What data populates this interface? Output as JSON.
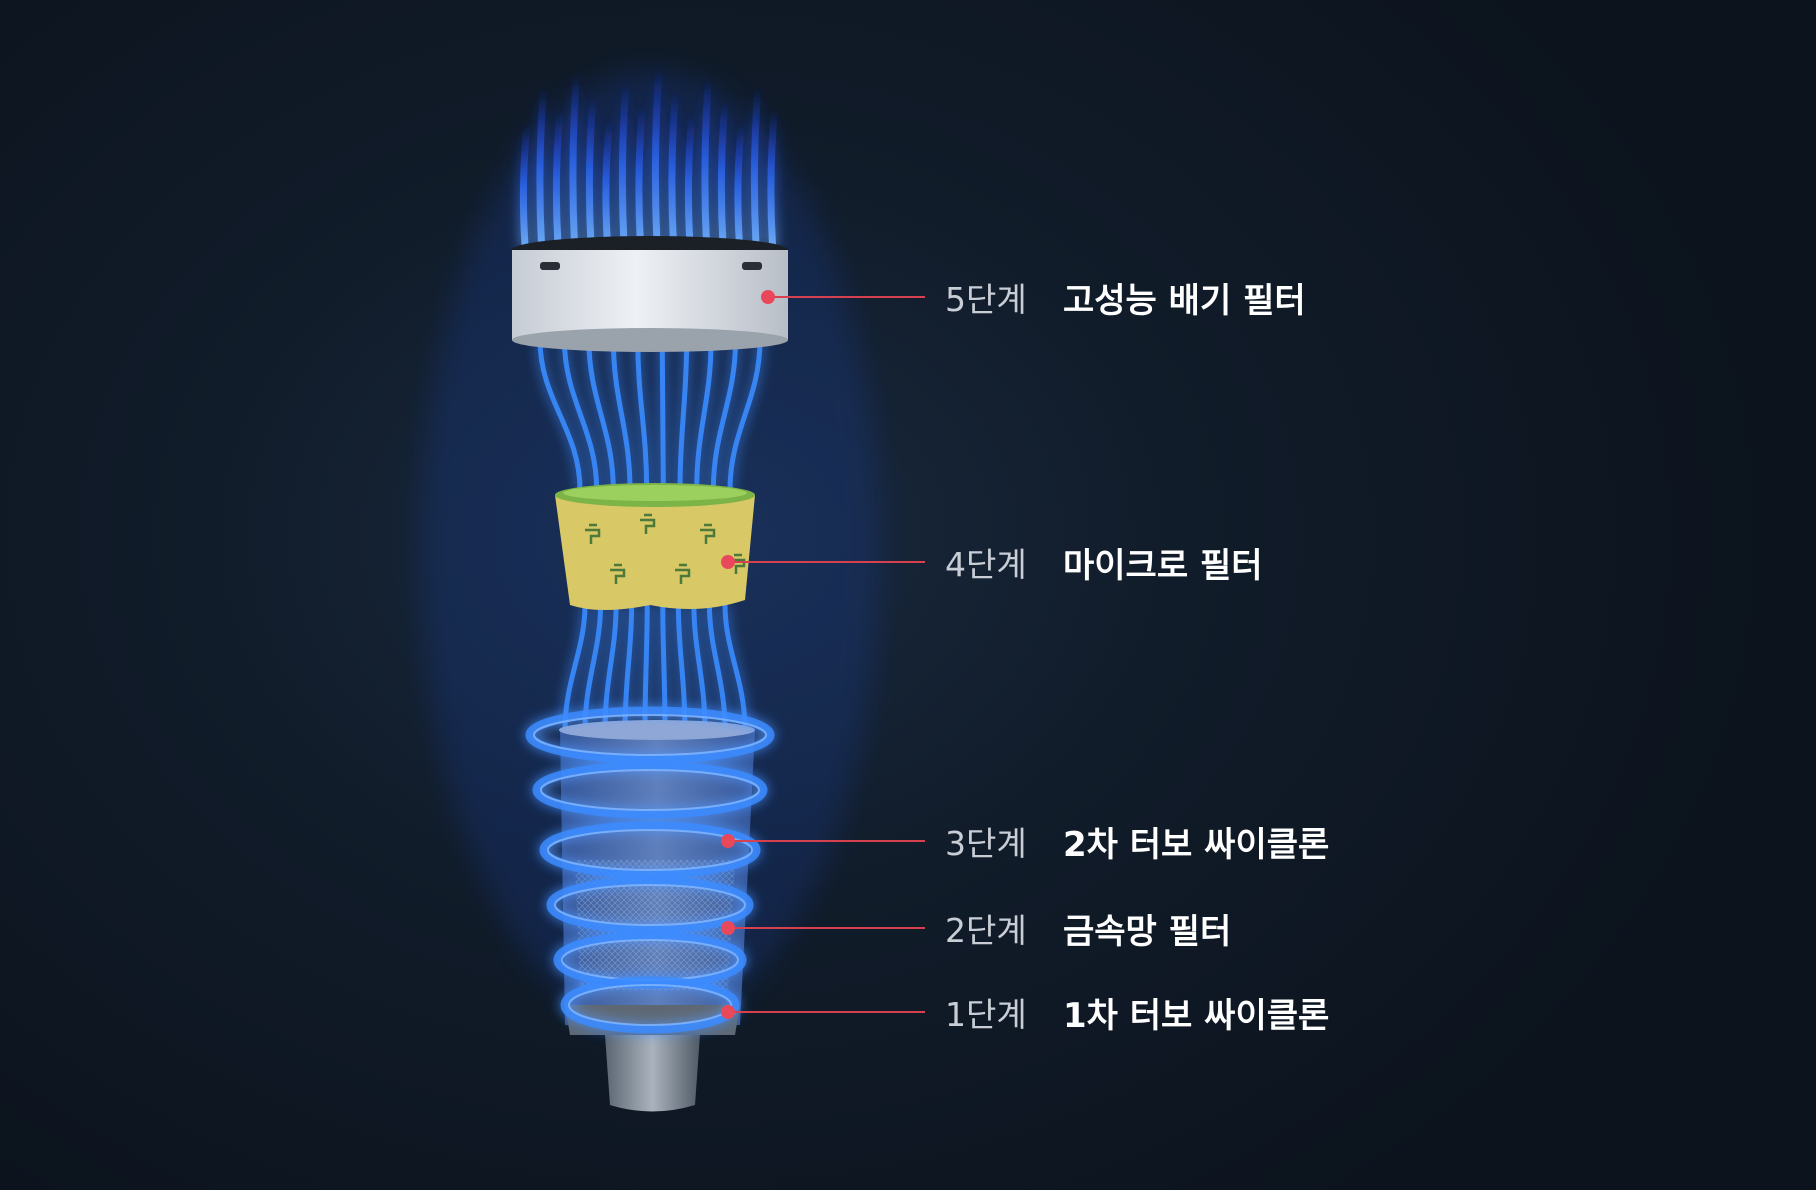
{
  "stages": [
    {
      "num": "5단계",
      "title": "고성능 배기 필터"
    },
    {
      "num": "4단계",
      "title": "마이크로 필터"
    },
    {
      "num": "3단계",
      "title": "2차 터보 싸이클론"
    },
    {
      "num": "2단계",
      "title": "금속망 필터"
    },
    {
      "num": "1단계",
      "title": "1차 터보 싸이클론"
    }
  ],
  "colors": {
    "airflow": "#3b8bff",
    "airflow_glow": "#1e5cff",
    "leader_line": "#d6404f",
    "dot": "#e8485a",
    "micro_filter": "#d9c560",
    "micro_rim": "#7ab648",
    "exhaust_body": "#e4e8ee"
  },
  "icons": [
    "faucet-print-icon"
  ]
}
